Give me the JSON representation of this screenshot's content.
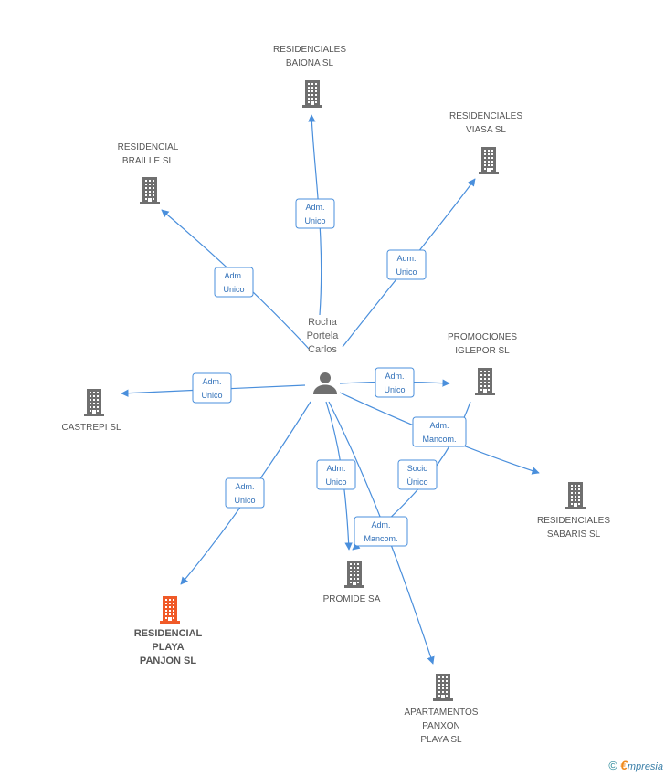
{
  "colors": {
    "edge": "#4a8fdc",
    "building": "#6f6f6f",
    "building_highlight": "#f05a28",
    "person": "#6f6f6f"
  },
  "person": {
    "lines": [
      "Rocha",
      "Portela",
      "Carlos"
    ],
    "icon": "person-icon"
  },
  "companies": [
    {
      "id": "baiona",
      "lines": [
        "RESIDENCIALES",
        "BAIONA SL"
      ]
    },
    {
      "id": "viasa",
      "lines": [
        "RESIDENCIALES",
        "VIASA SL"
      ]
    },
    {
      "id": "braille",
      "lines": [
        "RESIDENCIAL",
        "BRAILLE SL"
      ]
    },
    {
      "id": "iglepor",
      "lines": [
        "PROMOCIONES",
        "IGLEPOR SL"
      ]
    },
    {
      "id": "castrepi",
      "lines": [
        "CASTREPI SL"
      ]
    },
    {
      "id": "sabaris",
      "lines": [
        "RESIDENCIALES",
        "SABARIS  SL"
      ]
    },
    {
      "id": "promide",
      "lines": [
        "PROMIDE SA"
      ]
    },
    {
      "id": "panjon",
      "lines": [
        "RESIDENCIAL",
        "PLAYA",
        "PANJON SL"
      ],
      "highlight": true
    },
    {
      "id": "panxon",
      "lines": [
        "APARTAMENTOS",
        "PANXON",
        "PLAYA SL"
      ]
    }
  ],
  "relations": [
    {
      "from": "person",
      "to": "baiona",
      "role": [
        "Adm.",
        "Unico"
      ]
    },
    {
      "from": "person",
      "to": "viasa",
      "role": [
        "Adm.",
        "Unico"
      ]
    },
    {
      "from": "person",
      "to": "braille",
      "role": [
        "Adm.",
        "Unico"
      ]
    },
    {
      "from": "person",
      "to": "iglepor",
      "role": [
        "Adm.",
        "Unico"
      ]
    },
    {
      "from": "person",
      "to": "castrepi",
      "role": [
        "Adm.",
        "Unico"
      ]
    },
    {
      "from": "person",
      "to": "sabaris",
      "role": [
        "Adm.",
        "Mancom."
      ]
    },
    {
      "from": "person",
      "to": "promide",
      "role": [
        "Adm.",
        "Unico"
      ]
    },
    {
      "from": "iglepor",
      "to": "promide",
      "role": [
        "Socio",
        "Único"
      ]
    },
    {
      "from": "person",
      "to": "panjon",
      "role": [
        "Adm.",
        "Unico"
      ]
    },
    {
      "from": "person",
      "to": "panxon",
      "role": [
        "Adm.",
        "Mancom."
      ]
    }
  ],
  "footer": {
    "copyright": "©",
    "brand_first": "€",
    "brand_rest": "mpresia"
  }
}
